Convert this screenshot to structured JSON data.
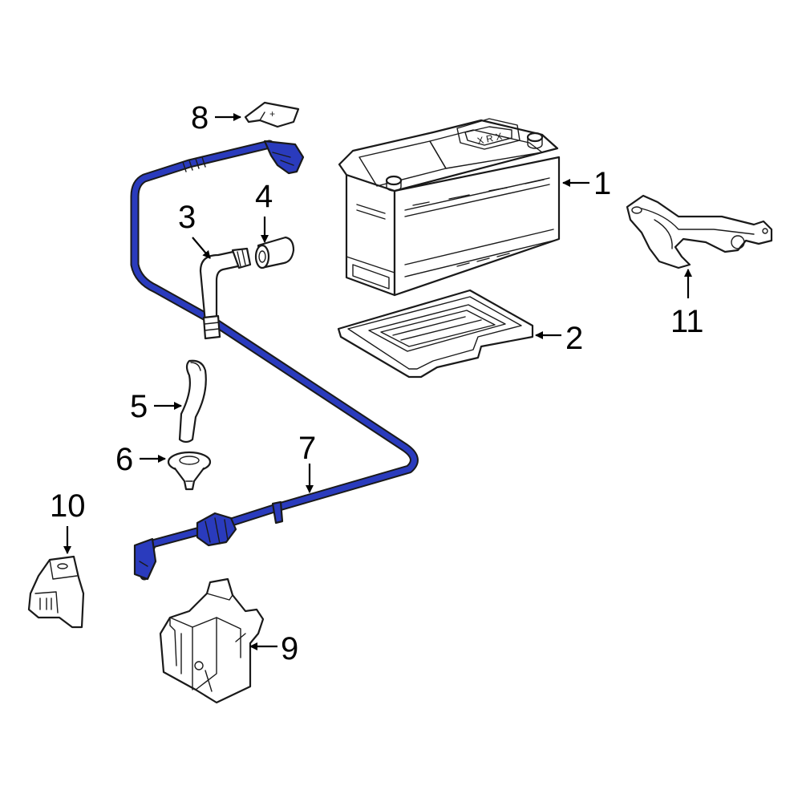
{
  "diagram": {
    "highlight_color": "#2a3bbd",
    "outline_color": "#1a1a1a",
    "callouts": [
      {
        "id": "1",
        "label": "1",
        "part": "battery"
      },
      {
        "id": "2",
        "label": "2",
        "part": "battery-tray"
      },
      {
        "id": "3",
        "label": "3",
        "part": "vent-elbow-hose"
      },
      {
        "id": "4",
        "label": "4",
        "part": "vent-plug"
      },
      {
        "id": "5",
        "label": "5",
        "part": "drain-hose"
      },
      {
        "id": "6",
        "label": "6",
        "part": "grommet"
      },
      {
        "id": "7",
        "label": "7",
        "part": "positive-cable"
      },
      {
        "id": "8",
        "label": "8",
        "part": "terminal-cover"
      },
      {
        "id": "9",
        "label": "9",
        "part": "fuse-box"
      },
      {
        "id": "10",
        "label": "10",
        "part": "junction-block"
      },
      {
        "id": "11",
        "label": "11",
        "part": "hold-down-bracket"
      }
    ]
  }
}
